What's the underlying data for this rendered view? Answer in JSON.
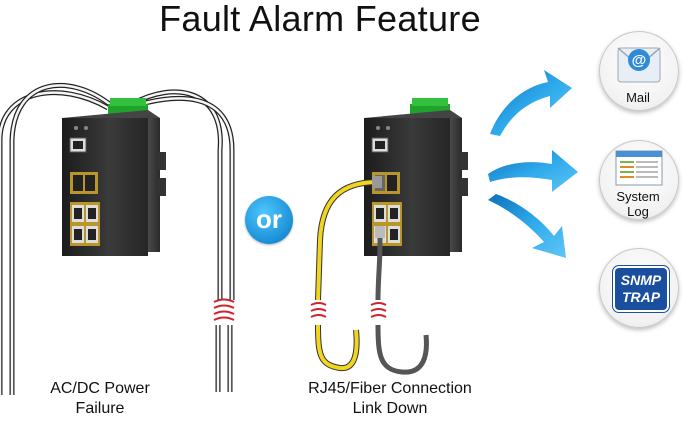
{
  "title": "Fault Alarm Feature",
  "connector_word": "or",
  "scenarios": [
    {
      "label_line1": "AC/DC Power",
      "label_line2": "Failure"
    },
    {
      "label_line1": "RJ45/Fiber Connection",
      "label_line2": "Link Down"
    }
  ],
  "alerts": [
    {
      "icon": "mail-icon",
      "label_line1": "Mail",
      "label_line2": ""
    },
    {
      "icon": "system-log-icon",
      "label_line1": "System",
      "label_line2": "Log"
    },
    {
      "icon": "snmp-trap-icon",
      "label_line1": "SNMP",
      "label_line2": "TRAP"
    }
  ],
  "colors": {
    "device_body": "#2a2a2a",
    "terminal_block": "#1fa32b",
    "arrow_blue": "#1f9be0",
    "yellow_cable": "#f2d51f",
    "gray_cable": "#555555",
    "cut_mark": "#d0242b",
    "snmp_blue": "#1a4fa0"
  }
}
